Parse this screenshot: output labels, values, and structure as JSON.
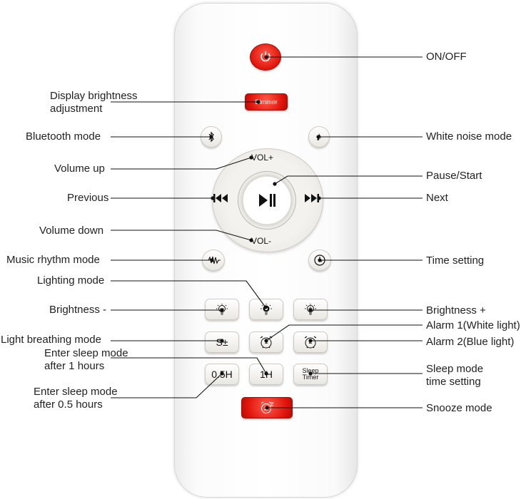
{
  "labels": {
    "on_off": "ON/OFF",
    "display_brightness_1": "Display brightness",
    "display_brightness_2": "adjustment",
    "bluetooth_mode": "Bluetooth mode",
    "white_noise_mode": "White noise mode",
    "volume_up": "Volume up",
    "pause_start": "Pause/Start",
    "previous": "Previous",
    "next": "Next",
    "volume_down": "Volume down",
    "music_rhythm_mode": "Music rhythm mode",
    "time_setting": "Time setting",
    "lighting_mode": "Lighting mode",
    "brightness_minus": "Brightness -",
    "brightness_plus": "Brightness +",
    "alarm1": "Alarm 1(White light)",
    "light_breathing_mode": "Light breathing mode",
    "alarm2": "Alarm 2(Blue light)",
    "sleep_1h_1": "Enter sleep mode",
    "sleep_1h_2": "after 1 hours",
    "sleep_timer_1": "Sleep mode",
    "sleep_timer_2": "time setting",
    "sleep_05h_1": "Enter sleep mode",
    "sleep_05h_2": "after 0.5 hours",
    "snooze_mode": "Snooze mode"
  },
  "buttons": {
    "dimmer": "Dimmer",
    "vol_plus": "VOL+",
    "vol_minus": "VOL-",
    "s_pm": "S±",
    "one_h": "1H",
    "half_h": "0.5H",
    "sleep": "Sleep",
    "timer": "Timer",
    "alarm1_num": "1",
    "alarm2_num": "2"
  },
  "icons": {
    "power": "power-icon",
    "bluetooth": "bluetooth-icon",
    "note": "music-note-icon",
    "play_pause": "play-pause-icon",
    "previous": "previous-track-icon",
    "next": "next-track-icon",
    "rhythm": "music-rhythm-icon",
    "clock": "clock-icon",
    "bulb_minus": "bulb-minus-icon",
    "bulb_color": "bulb-color-icon",
    "bulb_plus": "bulb-plus-icon",
    "alarm": "alarm-clock-icon",
    "snooze": "snooze-icon"
  },
  "colors": {
    "red": "#e0140b",
    "text": "#222222",
    "line": "#111111"
  }
}
